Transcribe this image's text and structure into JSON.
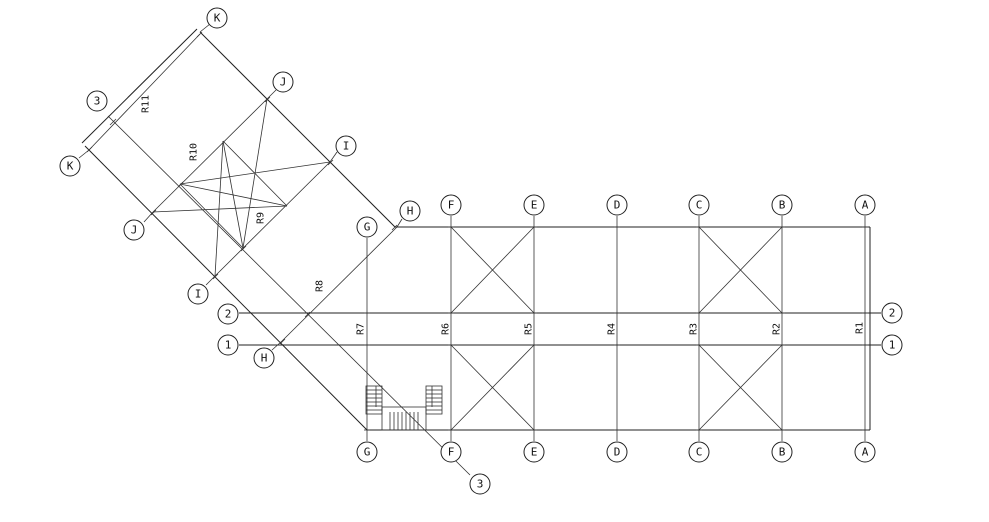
{
  "grid_labels": {
    "A": "A",
    "B": "B",
    "C": "C",
    "D": "D",
    "E": "E",
    "F": "F",
    "G": "G",
    "H": "H",
    "I": "I",
    "J": "J",
    "K": "K",
    "one": "1",
    "two": "2",
    "three": "3"
  },
  "frames": {
    "R1": "R1",
    "R2": "R2",
    "R3": "R3",
    "R4": "R4",
    "R5": "R5",
    "R6": "R6",
    "R7": "R7",
    "R8": "R8",
    "R9": "R9",
    "R10": "R10",
    "R11": "R11"
  }
}
